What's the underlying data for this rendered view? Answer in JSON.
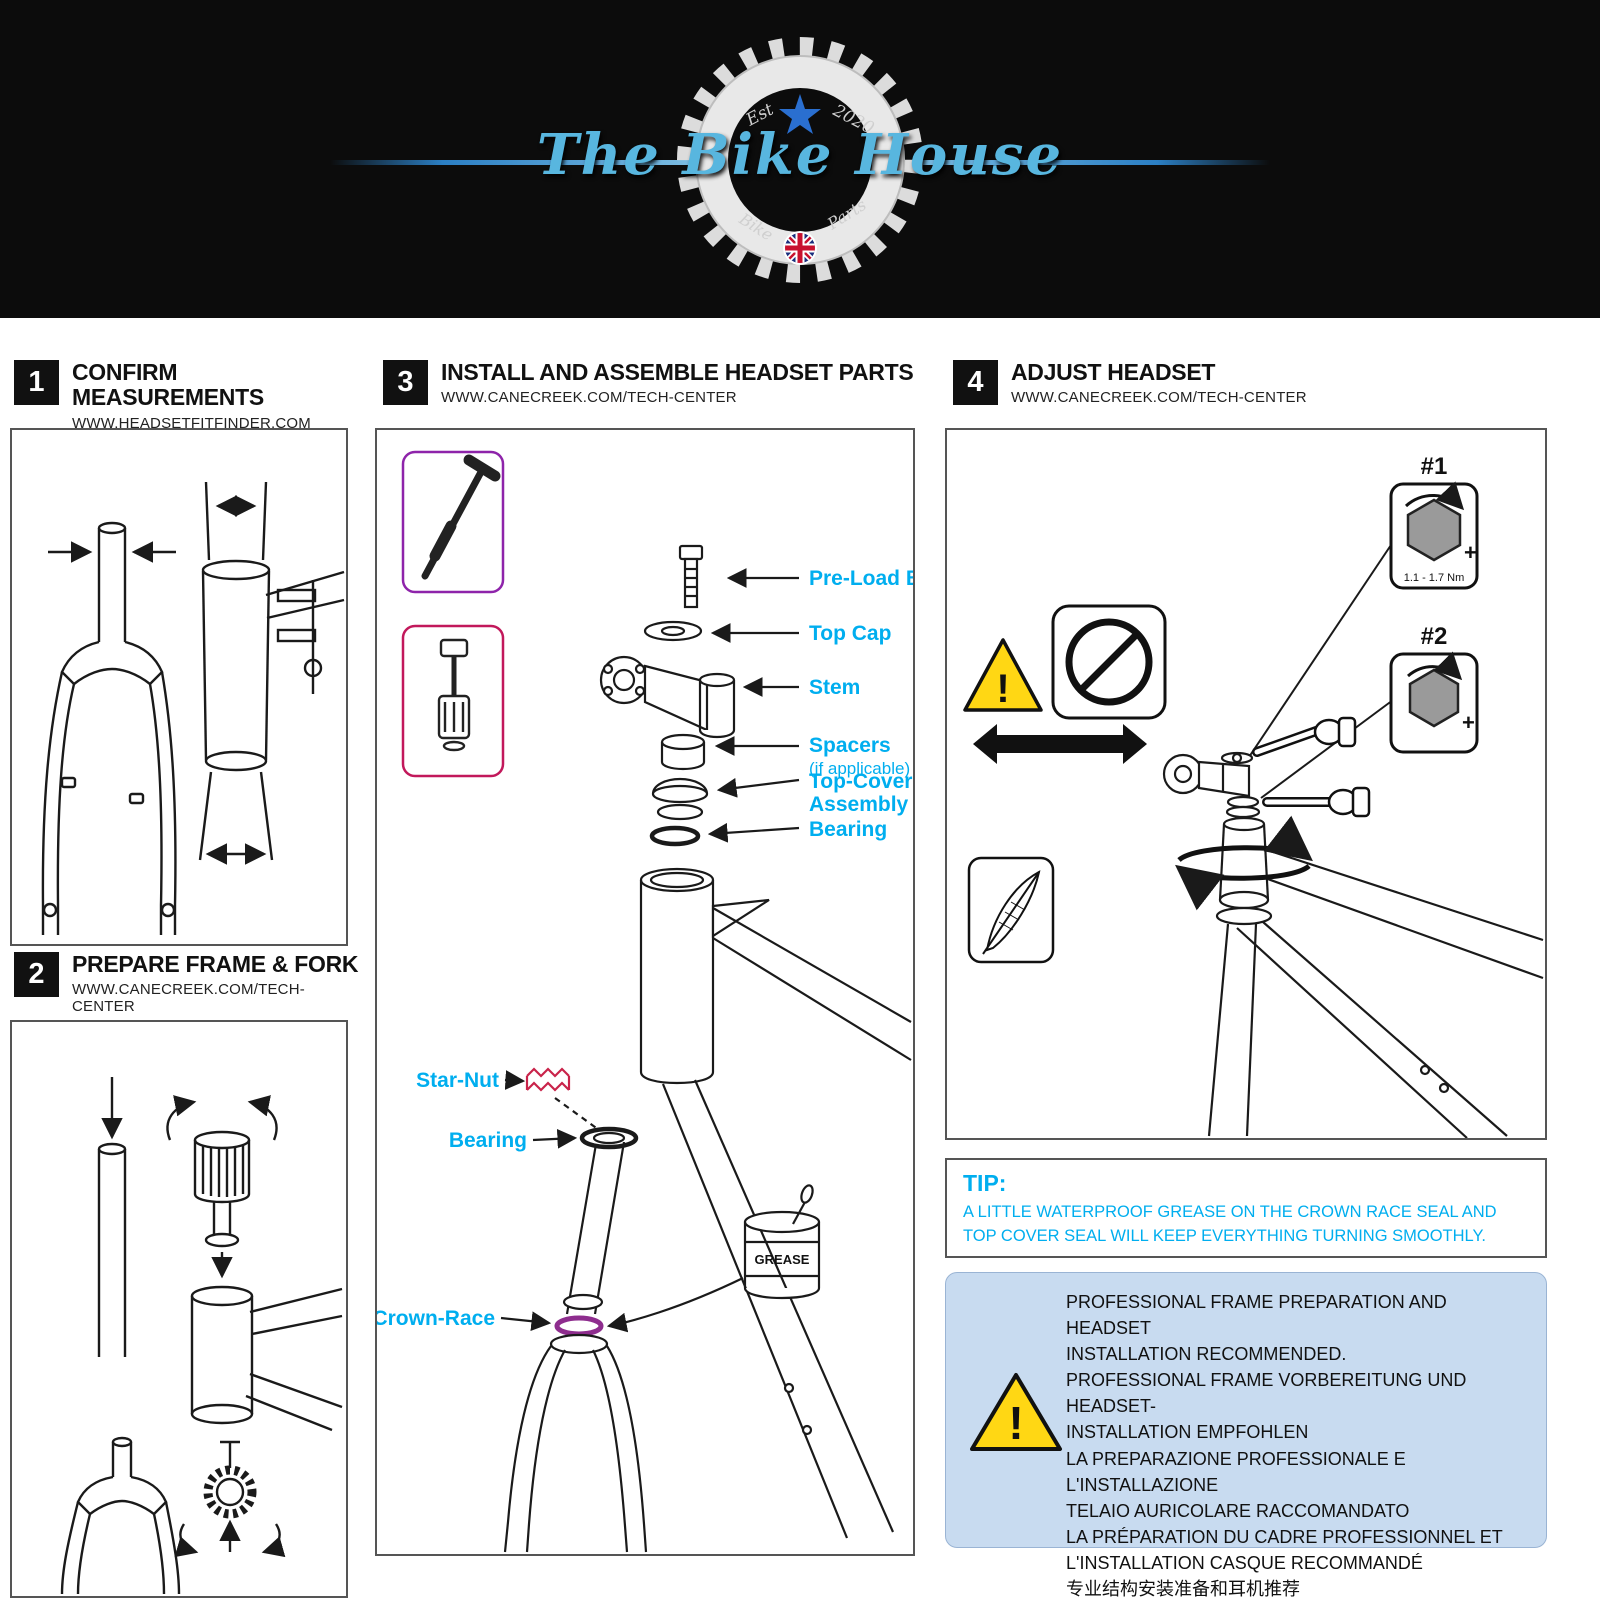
{
  "header": {
    "brand": "The Bike House",
    "est": "Est",
    "year": "2020",
    "bike": "Bike",
    "parts": "Parts"
  },
  "sections": {
    "confirm": {
      "num": "1",
      "title": "CONFIRM MEASUREMENTS",
      "url": "WWW.HEADSETFITFINDER.COM"
    },
    "prepare": {
      "num": "2",
      "title": "PREPARE FRAME & FORK",
      "url": "WWW.CANECREEK.COM/TECH-CENTER"
    },
    "install": {
      "num": "3",
      "title": "INSTALL AND ASSEMBLE HEADSET PARTS",
      "url": "WWW.CANECREEK.COM/TECH-CENTER"
    },
    "adjust": {
      "num": "4",
      "title": "ADJUST HEADSET",
      "url": "WWW.CANECREEK.COM/TECH-CENTER"
    }
  },
  "install_labels": {
    "preload_bolt": "Pre-Load Bolt",
    "top_cap": "Top Cap",
    "stem": "Stem",
    "spacers": "Spacers",
    "spacers_note": "(if applicable)",
    "top_cover_1": "Top-Cover",
    "top_cover_2": "Assembly",
    "bearing_top": "Bearing",
    "star_nut": "Star-Nut",
    "bearing_lower": "Bearing",
    "crown_race": "Crown-Race",
    "grease": "GREASE"
  },
  "adjust_labels": {
    "torque1": "#1",
    "torque1_range": "1.1 - 1.7 Nm",
    "torque2": "#2",
    "plus": "+",
    "warning_mark": "!"
  },
  "tip": {
    "title": "TIP:",
    "body": "A LITTLE WATERPROOF GREASE ON THE CROWN RACE SEAL AND TOP COVER SEAL WILL KEEP EVERYTHING TURNING SMOOTHLY."
  },
  "notice": {
    "warning_mark": "!",
    "lines": [
      "PROFESSIONAL FRAME PREPARATION AND HEADSET",
      "INSTALLATION RECOMMENDED.",
      "PROFESSIONAL FRAME VORBEREITUNG UND HEADSET-",
      "INSTALLATION EMPFOHLEN",
      "LA PREPARAZIONE PROFESSIONALE E L'INSTALLAZIONE",
      "TELAIO AURICOLARE RACCOMANDATO",
      "LA PRÉPARATION DU CADRE PROFESSIONNEL ET",
      "L'INSTALLATION CASQUE RECOMMANDÉ",
      "专业结构安装准备和耳机推荐"
    ]
  },
  "colors": {
    "banner_bg": "#0c0c0c",
    "brand_blue": "#58b6df",
    "label_cyan": "#00AEEF",
    "star_nut_red": "#C9234A",
    "crown_race_purple": "#8E2D8E",
    "tool_box_purple": "#8E24AA",
    "tool_box_pink": "#C2185B",
    "warning_yellow": "#FFD714",
    "notice_bg": "#C8DBF0",
    "line_art": "#1a1a1a"
  }
}
